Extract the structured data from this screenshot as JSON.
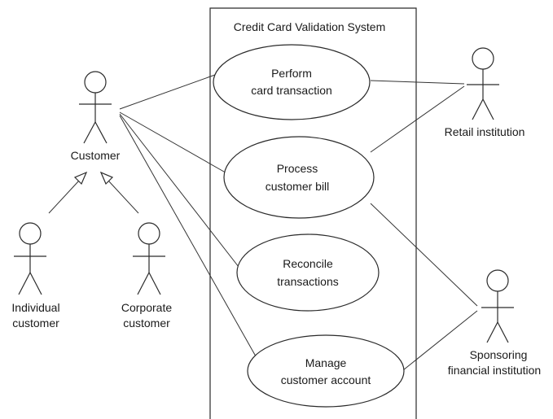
{
  "system": {
    "title": "Credit Card Validation System"
  },
  "actors": {
    "customer": "Customer",
    "individual": [
      "Individual",
      "customer"
    ],
    "corporate": [
      "Corporate",
      "customer"
    ],
    "retail": "Retail institution",
    "sponsoring": [
      "Sponsoring",
      "financial institution"
    ]
  },
  "use_cases": {
    "perform": [
      "Perform",
      "card transaction"
    ],
    "process": [
      "Process",
      "customer bill"
    ],
    "reconcile": [
      "Reconcile",
      "transactions"
    ],
    "manage": [
      "Manage",
      "customer account"
    ]
  }
}
